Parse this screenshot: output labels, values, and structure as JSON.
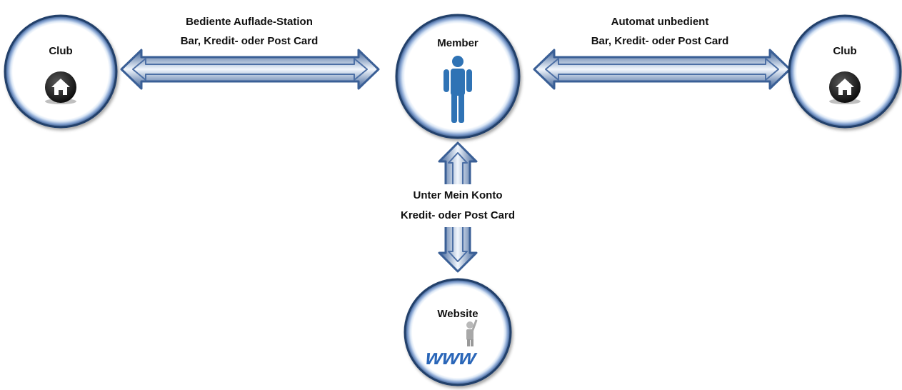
{
  "colors": {
    "ring_outer": "#2b4d7a",
    "ring_inner": "#cfdff2",
    "arrow_stroke": "#3a5f96",
    "arrow_light": "#e9f1fb",
    "person": "#2f73b5",
    "house_bg": "#1a1a1a",
    "www_blue": "#2a66b8"
  },
  "nodes": {
    "club_left": {
      "label": "Club",
      "icon": "home-icon"
    },
    "member": {
      "label": "Member",
      "icon": "person-icon"
    },
    "club_right": {
      "label": "Club",
      "icon": "home-icon"
    },
    "website": {
      "label": "Website",
      "icon": "www-icon"
    }
  },
  "connections": {
    "left": {
      "line1": "Bediente Auflade-Station",
      "line2": "Bar, Kredit- oder Post Card"
    },
    "right": {
      "line1": "Automat unbedient",
      "line2": "Bar, Kredit- oder Post Card"
    },
    "down": {
      "line1": "Unter Mein Konto",
      "line2": "Kredit- oder Post Card"
    }
  },
  "www_text": "www"
}
